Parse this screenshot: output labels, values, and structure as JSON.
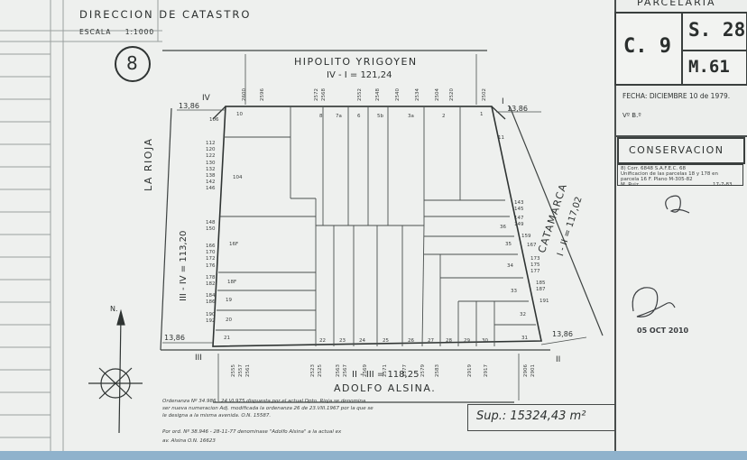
{
  "header": {
    "title": "DIRECCION DE CATASTRO",
    "scale_label": "ESCALA",
    "scale_value": "1:1000",
    "sheet_number": "8"
  },
  "plate": {
    "heading": "PARCELARIA",
    "circ": "C. 9",
    "section": "S. 28",
    "manzana": "M.61",
    "fecha_label": "FECHA:",
    "fecha_value": "DICIEMBRE 10 de 1979.",
    "vb_label": "Vº B.º"
  },
  "conservacion": {
    "title": "CONSERVACION",
    "note_line1": "8) Corr. 6848 S.A.F.E.C. 68",
    "note_line2": "Unificacion de las parcelas 18 y 178 en",
    "note_line3": "parcela 16 F. Plano M-305-82",
    "note_line4": "M. Ruiz",
    "note_date": "17-7-83",
    "stamp": "05 OCT 2010"
  },
  "streets": {
    "top": "HIPOLITO YRIGOYEN",
    "top_measure": "IV - I = 121,24",
    "bottom": "ADOLFO ALSINA.",
    "bottom_measure": "II - III = 118,25",
    "left": "LA RIOJA",
    "left_measure": "III - IV = 113,20",
    "right": "CATAMARCA",
    "right_measure": "I - II = 117,02"
  },
  "corners": {
    "iv": "IV",
    "i": "I",
    "ii": "II",
    "iii": "III",
    "chamfer": "13,86"
  },
  "parcels": {
    "p106": "106",
    "p104": "104",
    "p16f": "16F",
    "p18f": "18F",
    "p19": "19",
    "p20": "20",
    "p21": "21",
    "p22": "22",
    "p23": "23",
    "p24": "24",
    "p25": "25",
    "p26": "26",
    "p27": "27",
    "p28": "28",
    "p29": "29",
    "p30": "30",
    "p31": "31",
    "p32": "32",
    "p33": "33",
    "p34": "34",
    "p35": "35",
    "p36": "36",
    "p1": "1",
    "p2": "2",
    "p3": "3a",
    "p5": "5b",
    "p6": "6",
    "p7": "7a",
    "p8": "8",
    "p11": "11",
    "p10": "10"
  },
  "left_list": [
    "112",
    "120",
    "122",
    "130",
    "132",
    "138",
    "142",
    "146",
    "148",
    "150",
    "166",
    "170",
    "172",
    "176",
    "178",
    "182",
    "184",
    "186",
    "190",
    "192"
  ],
  "right_list": [
    "143",
    "145",
    "147",
    "149",
    "159",
    "167",
    "173",
    "175",
    "177",
    "185",
    "187",
    "191"
  ],
  "top_numbers": [
    "2600",
    "2596",
    "2572",
    "2568",
    "2552",
    "2548",
    "2540",
    "2534",
    "2504",
    "2520",
    "2502"
  ],
  "bottom_numbers": [
    "2555",
    "2557",
    "2561",
    "2523",
    "2525",
    "2563",
    "2567",
    "2569",
    "2571",
    "2577",
    "2579",
    "2583",
    "2919",
    "2917",
    "2906",
    "2901"
  ],
  "footnote": {
    "line1": "Ordenanza Nº 34.986 - 24.VI.975 dispuesta por el actual Dpto. Rioja se denomina",
    "line2": "ser nueva numeracion Adj. modificada la ordenanza 26 de 23.VIII.1967 por la que se",
    "line3": "le designa a la misma avenida.  O.N. 15587.",
    "line4": "Por ord. Nº 38.946 - 28-11-77 denominase \"Adolfo Alsina\" a la actual ex",
    "line5": "av. Alsina   O.N. 16623"
  },
  "surface": "Sup.: 15324,43 m²",
  "north": "N."
}
